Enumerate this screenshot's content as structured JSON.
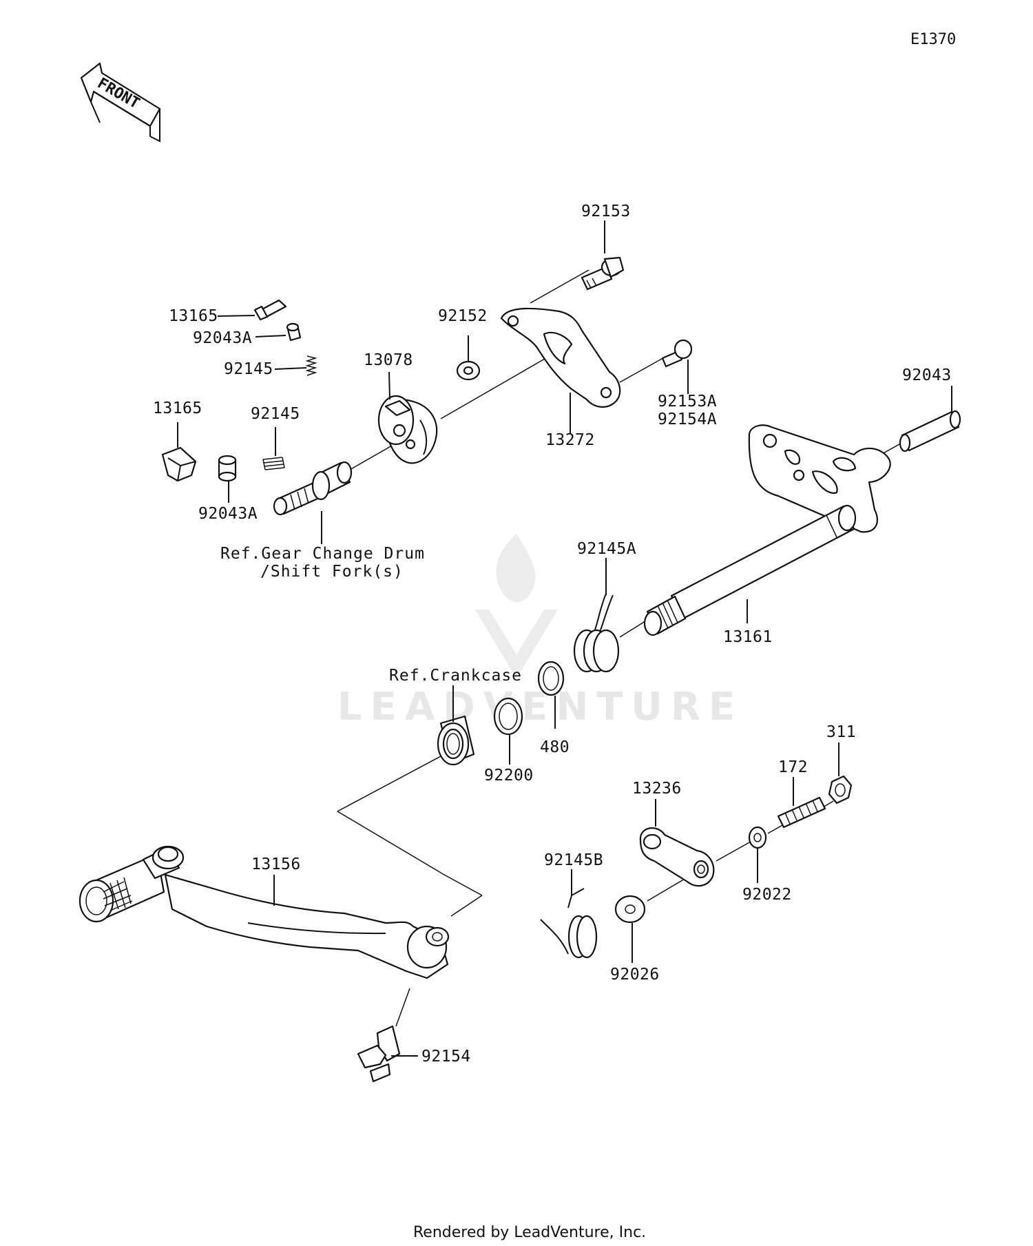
{
  "diagram_id": "E1370",
  "front_label": "FRONT",
  "watermark": "LEADVENTURE",
  "footer": "Rendered by LeadVenture, Inc.",
  "refs": {
    "gear_change_line1": "Ref.Gear Change Drum",
    "gear_change_line2": "/Shift Fork(s)",
    "crankcase": "Ref.Crankcase"
  },
  "parts": {
    "p92153": "92153",
    "p13165_top": "13165",
    "p92043A_top": "92043A",
    "p92145_top": "92145",
    "p92152": "92152",
    "p13078": "13078",
    "p13165_left": "13165",
    "p92145_left": "92145",
    "p92043A_left": "92043A",
    "p13272": "13272",
    "p92153A": "92153A",
    "p92154A": "92154A",
    "p92043": "92043",
    "p92145A": "92145A",
    "p13161": "13161",
    "p480": "480",
    "p92200": "92200",
    "p311": "311",
    "p172": "172",
    "p13236": "13236",
    "p92022": "92022",
    "p92145B": "92145B",
    "p92026": "92026",
    "p13156": "13156",
    "p92154": "92154"
  }
}
